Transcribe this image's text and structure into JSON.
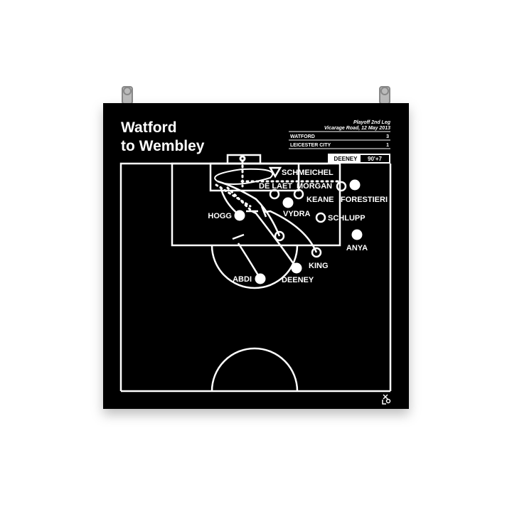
{
  "poster": {
    "title_line1": "Watford",
    "title_line2": "to Wembley",
    "match": "Playoff 2nd Leg",
    "venue_date": "Vicarage Road, 12 May 2013",
    "teams": [
      {
        "name": "WATFORD",
        "score": "3"
      },
      {
        "name": "LEICESTER CITY",
        "score": "1"
      }
    ],
    "scorer": "DEENEY",
    "minute": "90'+7",
    "players": {
      "schmeichel": "SCHMEICHEL",
      "de_laet": "DE LAET",
      "morgan": "MORGAN",
      "keane": "KEANE",
      "forestieri": "FORESTIERI",
      "vydra": "VYDRA",
      "schlupp": "SCHLUPP",
      "hogg": "HOGG",
      "anya": "ANYA",
      "king": "KING",
      "deeney": "DEENEY",
      "abdi": "ABDI"
    },
    "colors": {
      "background": "#000000",
      "lines": "#ffffff"
    }
  }
}
